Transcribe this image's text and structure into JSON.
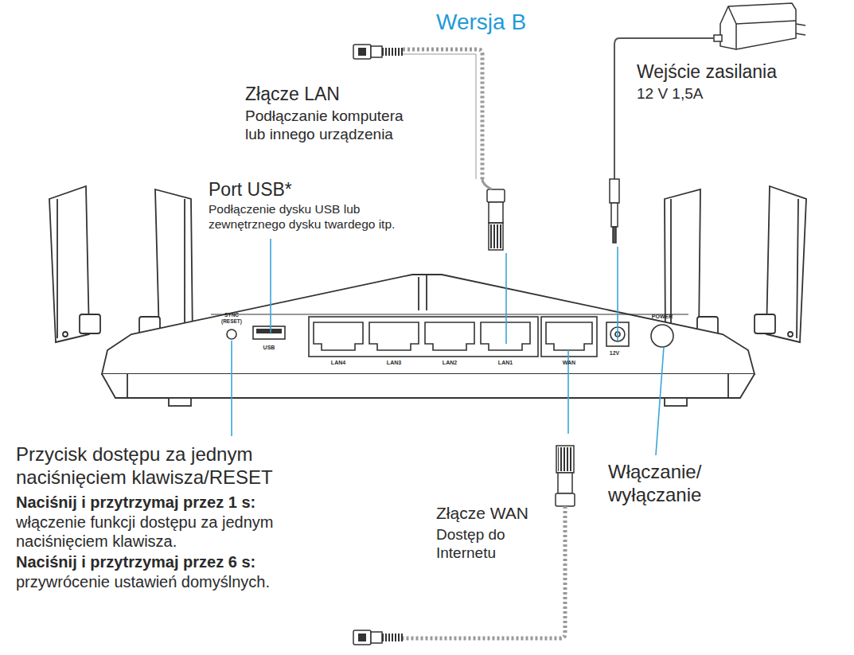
{
  "diagram": {
    "title": "Wersja B",
    "labels": [
      "Złącze LAN",
      "Podłączanie komputera lub innego urządzenia",
      "Wejście zasilania",
      "12 V 1,5A",
      "Port USB*",
      "Podłączenie dysku USB lub zewnętrznego dysku twardego itp.",
      "SYNC",
      "(RESET)",
      "USB",
      "LAN4",
      "LAN3",
      "LAN2",
      "LAN1",
      "WAN",
      "12V",
      "POWER",
      "Przycisk dostępu za jednym naciśnięciem klawisza/RESET",
      "Naciśnij i przytrzymaj przez 1 s:",
      "włączenie funkcji dostępu za jednym naciśnięciem klawisza.",
      "Naciśnij i przytrzymaj przez 6 s:",
      "przywrócenie ustawień domyślnych.",
      "Włączanie/ wyłączanie",
      "Złącze WAN",
      "Dostęp do Internetu"
    ]
  }
}
